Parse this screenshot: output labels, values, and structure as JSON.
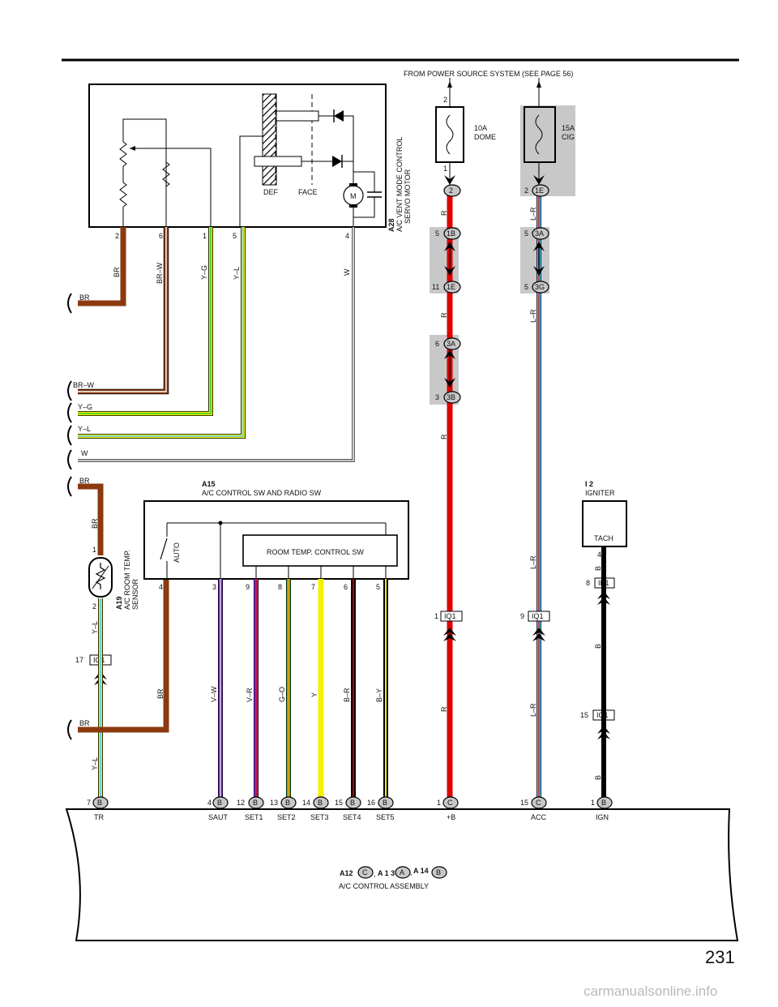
{
  "header": {
    "power_source": "FROM POWER SOURCE SYSTEM (SEE PAGE 56)"
  },
  "page_number": "231",
  "watermark": "carmanualsonline.info",
  "servo": {
    "code": "A28",
    "name_line1": "A/C VENT MODE CONTROL",
    "name_line2": "SERVO MOTOR",
    "def_label": "DEF",
    "face_label": "FACE",
    "motor_label": "M",
    "pins": [
      "2",
      "6",
      "1",
      "5",
      "4"
    ],
    "wires": [
      "BR",
      "BR–W",
      "Y–G",
      "Y–L",
      "W"
    ]
  },
  "left_wires": [
    "BR",
    "BR–W",
    "Y–G",
    "Y–L",
    "W"
  ],
  "fuses": {
    "dome": {
      "rating": "10A",
      "name": "DOME",
      "pin_top": "2",
      "pin_bottom": "1"
    },
    "cig": {
      "rating": "15A",
      "name": "CIG"
    }
  },
  "connectors": {
    "c_2": {
      "pin": "",
      "code": "2"
    },
    "c_1B": {
      "pin": "5",
      "code": "1B"
    },
    "c_1E_r": {
      "pin": "11",
      "code": "1E"
    },
    "c_3A_r": {
      "pin": "6",
      "code": "3A"
    },
    "c_3B": {
      "pin": "3",
      "code": "3B"
    },
    "c_1E_c": {
      "pin": "2",
      "code": "1E"
    },
    "c_3A_c": {
      "pin": "5",
      "code": "3A"
    },
    "c_3G": {
      "pin": "5",
      "code": "3G"
    },
    "iq1_r": {
      "pin": "1",
      "code": "IQ1"
    },
    "iq1_c": {
      "pin": "9",
      "code": "IQ1"
    },
    "ik1": {
      "pin": "8",
      "code": "IK1"
    },
    "iq1_b": {
      "pin": "15",
      "code": "IQ1"
    },
    "iq1_s": {
      "pin": "17",
      "code": "IQ1"
    }
  },
  "r_wire_labels": [
    "R",
    "R",
    "R",
    "R"
  ],
  "cig_wire_labels": [
    "L–R",
    "L–R",
    "L–R",
    "L–R"
  ],
  "igniter": {
    "code": "I 2",
    "name": "IGNITER",
    "terminal": "TACH",
    "pin": "4",
    "wire_labels": [
      "B",
      "B",
      "B"
    ]
  },
  "sensor": {
    "code": "A19",
    "name_line1": "A/C ROOM TEMP.",
    "name_line2": "SENSOR",
    "pin_top": "1",
    "pin_bottom": "2",
    "wire_top": "BR",
    "wire_mid": "Y–L",
    "wire_bot": "Y–L",
    "left_br": "BR"
  },
  "sw": {
    "code": "A15",
    "name": "A/C CONTROL SW AND RADIO SW",
    "auto_label": "AUTO",
    "room_temp": "ROOM TEMP.  CONTROL SW",
    "pins": [
      "4",
      "3",
      "9",
      "8",
      "7",
      "6",
      "5"
    ],
    "wires": [
      "BR",
      "V–W",
      "V–R",
      "G–O",
      "Y",
      "B–R",
      "B–Y"
    ]
  },
  "bottom": {
    "pins": [
      "7",
      "4",
      "12",
      "13",
      "14",
      "15",
      "16",
      "1",
      "15",
      "1"
    ],
    "codes": [
      "B",
      "B",
      "B",
      "B",
      "B",
      "B",
      "B",
      "C",
      "C",
      "B"
    ],
    "names": [
      "TR",
      "SAUT",
      "SET1",
      "SET2",
      "SET3",
      "SET4",
      "SET5",
      "+B",
      "ACC",
      "IGN"
    ]
  },
  "assembly": {
    "codes": [
      "A12",
      "A 1 3",
      "A 14"
    ],
    "letters": [
      "C",
      "A",
      "B"
    ],
    "sep": ",",
    "name": "A/C CONTROL ASSEMBLY"
  }
}
